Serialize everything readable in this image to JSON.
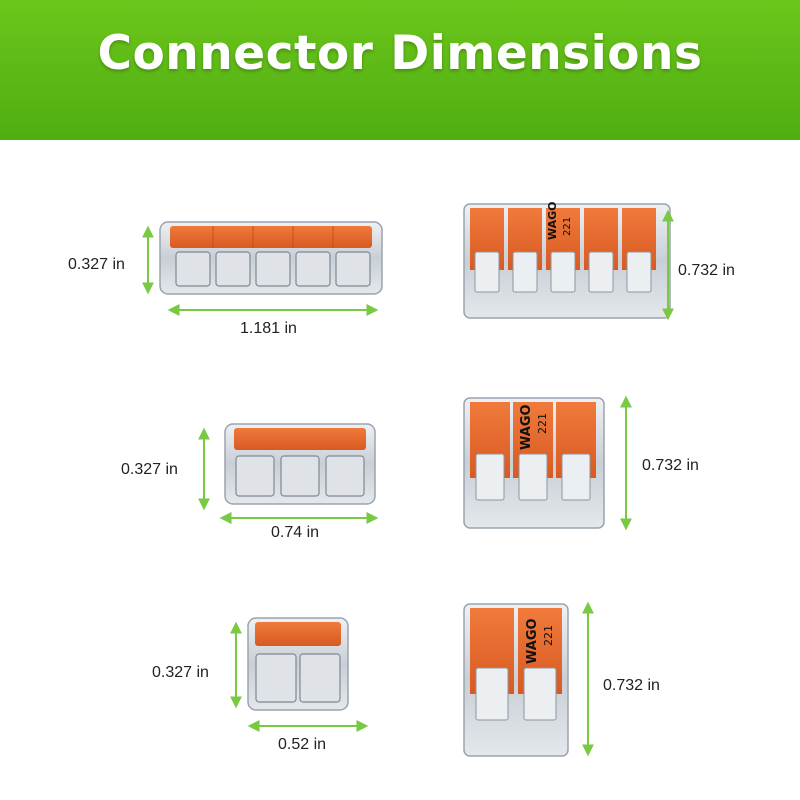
{
  "title": "Connector Dimensions",
  "colors": {
    "banner": "#5cb816",
    "arrow": "#7ac943",
    "lever": "#e8652a",
    "lever_dark": "#c94e1a",
    "housing": "#d9dde2"
  },
  "brand": {
    "logo_text": "WAGO",
    "model": "221"
  },
  "connectors": [
    {
      "ports": 5,
      "height_label": "0.327 in",
      "width_label": "1.181 in",
      "depth_label": "0.732 in"
    },
    {
      "ports": 3,
      "height_label": "0.327 in",
      "width_label": "0.74 in",
      "depth_label": "0.732 in"
    },
    {
      "ports": 2,
      "height_label": "0.327 in",
      "width_label": "0.52 in",
      "depth_label": "0.732 in"
    }
  ]
}
